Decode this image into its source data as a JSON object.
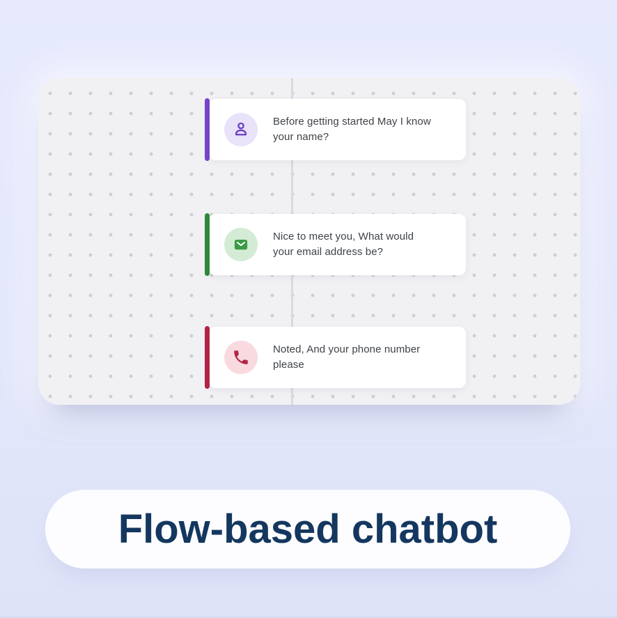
{
  "background_color": "#E3E7FB",
  "canvas": {
    "bg_color": "#F1F1F4",
    "dot_color": "#CDCED3",
    "connector_color": "#D9D9DE"
  },
  "nodes": [
    {
      "id": "ask-name",
      "icon": "user-icon",
      "accent_color": "#7746C8",
      "icon_bg_color": "#E8E3F8",
      "icon_color": "#6B3FC0",
      "message": "Before getting started May I know your name?",
      "lines": [
        "Before getting started May I know",
        "your name?"
      ]
    },
    {
      "id": "ask-email",
      "icon": "mail-icon",
      "accent_color": "#2E8B3C",
      "icon_bg_color": "#D4ECD5",
      "icon_color": "#3D9A46",
      "message": "Nice to meet you, What would your email address be?",
      "lines": [
        "Nice to meet you, What would",
        "your email address be?"
      ]
    },
    {
      "id": "ask-phone",
      "icon": "phone-icon",
      "accent_color": "#B52346",
      "icon_bg_color": "#F8DADF",
      "icon_color": "#B32345",
      "message": "Noted, And your phone number please",
      "lines": [
        "Noted, And your phone number",
        "please"
      ]
    }
  ],
  "banner": {
    "label": "Flow-based chatbot",
    "text_color": "#14375F",
    "bg_color": "#FDFDFF"
  }
}
